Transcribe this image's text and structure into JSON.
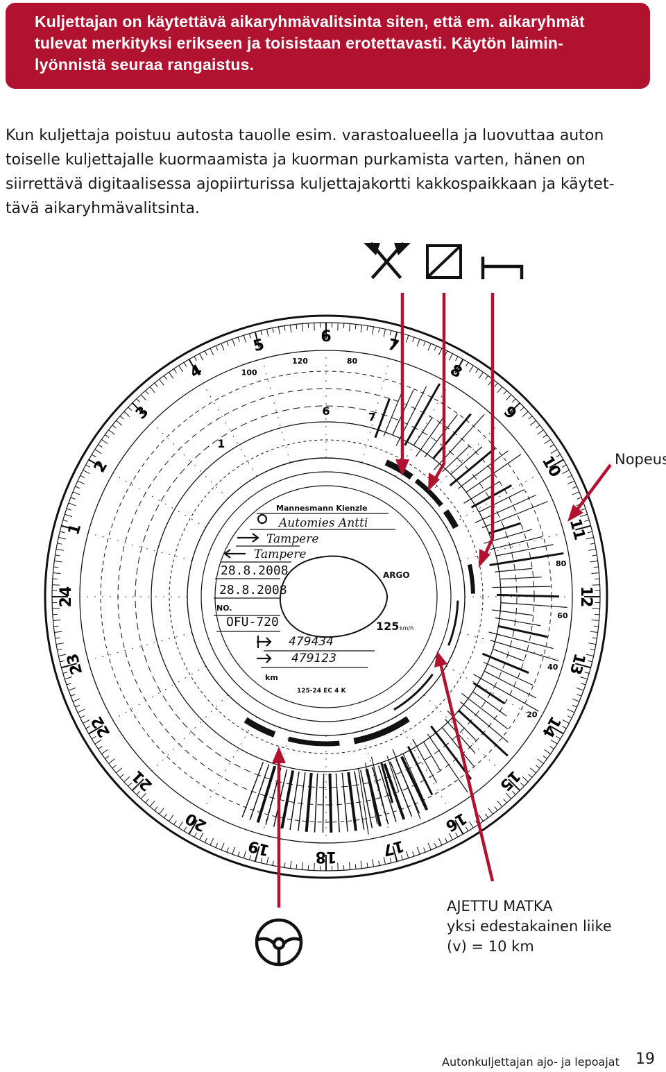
{
  "warning": {
    "lines": [
      "Kuljettajan on käytettävä aikaryhmävalitsinta siten, että em. aikaryhmät",
      "tulevat merkityksi erikseen ja toisistaan erotettavasti. Käytön laimin-",
      "lyönnistä seuraa rangaistus."
    ]
  },
  "intro": {
    "lines": [
      "Kun kuljettaja poistuu autosta tauolle esim. varastoalueella ja luovuttaa auton",
      "toiselle kuljettajalle kuormaamista ja kuorman purkamista varten, hänen on",
      "siirrettävä digitaalisessa ajopiirturissa kuljettajakortti kakkospaikkaan ja käytet-",
      "tävä aikaryhmävalitsinta."
    ]
  },
  "disc": {
    "hours": [
      "6",
      "5",
      "4",
      "3",
      "2",
      "1",
      "24",
      "23",
      "22",
      "21",
      "20",
      "19",
      "18",
      "17",
      "16",
      "15",
      "14",
      "13",
      "12",
      "11",
      "10",
      "9",
      "8",
      "7"
    ],
    "speeds": [
      "100",
      "120",
      "80",
      "80",
      "60",
      "40",
      "20"
    ],
    "inner_hours": [
      "6",
      "7",
      "1"
    ],
    "center": {
      "maker": "Mannesmann Kienzle",
      "name": "Automies Antti",
      "from_place": "Tampere",
      "to_place": "Tampere",
      "date_start": "28.8.2008",
      "date_end": "28.8.2008",
      "no_label": "NO.",
      "plate": "OFU-720",
      "km_end": "479434",
      "km_start": "479123",
      "km_label": "km",
      "brand": "ARGO",
      "max_speed": "125",
      "speed_unit": "km/h",
      "code": "125-24 EC 4 K"
    }
  },
  "labels": {
    "nopeus": "Nopeus",
    "matka_lines": [
      "AJETTU MATKA",
      "yksi edestakainen liike",
      "(v) = 10 km"
    ]
  },
  "icons": [
    "work-icon",
    "availability-icon",
    "rest-icon",
    "steering-wheel-icon"
  ],
  "accent": "#b0122f",
  "footer": {
    "title": "Autonkuljettajan ajo- ja lepoajat",
    "page": "19"
  }
}
